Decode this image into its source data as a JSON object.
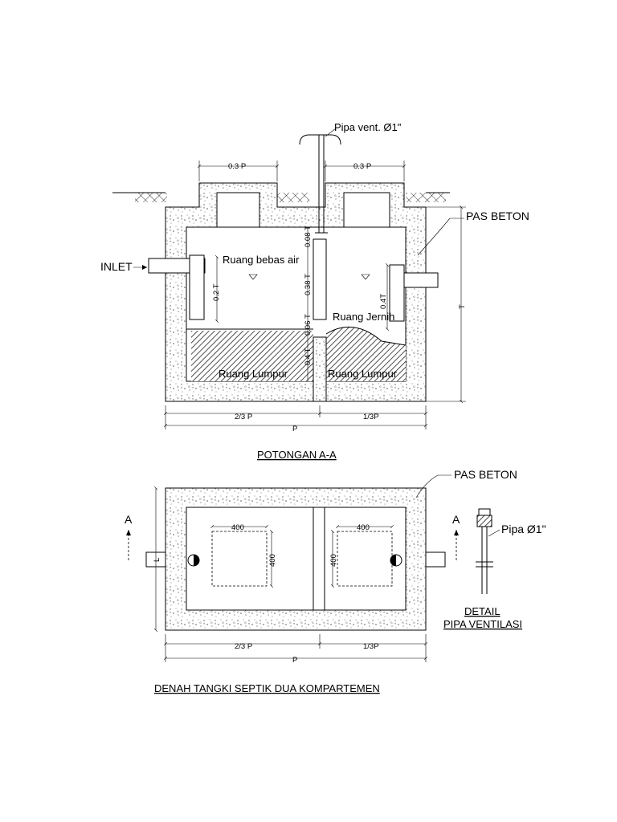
{
  "section": {
    "vent_label": "Pipa vent. Ø1\"",
    "pas_beton": "PAS BETON",
    "inlet": "INLET",
    "ruang_bebas_air": "Ruang bebas air",
    "ruang_jernih": "Ruang Jernih",
    "ruang_lumpur_left": "Ruang Lumpur",
    "ruang_lumpur_right": "Ruang Lumpur",
    "dim_03p_left": "0.3 P",
    "dim_03p_right": "0.3 P",
    "dim_008t": "0.08 T",
    "dim_038t": "0.38 T",
    "dim_006t": "0.06 T",
    "dim_04t_mid": "0.4 T",
    "dim_02t": "0.2 T",
    "dim_04t_right": "0.4T",
    "dim_t": "T",
    "dim_23p": "2/3 P",
    "dim_13p": "1/3P",
    "dim_p": "P",
    "title": "POTONGAN A-A"
  },
  "plan": {
    "pas_beton": "PAS BETON",
    "a_left": "A",
    "a_right": "A",
    "dim_400_top_left": "400",
    "dim_400_side_left": "400",
    "dim_400_top_right": "400",
    "dim_400_side_right": "400",
    "dim_l": "L",
    "dim_23p": "2/3 P",
    "dim_13p": "1/3P",
    "dim_p": "P",
    "pipa_label": "Pipa Ø1\"",
    "detail_title_1": "DETAIL",
    "detail_title_2": "PIPA VENTILASI",
    "title": "DENAH TANGKI SEPTIK DUA KOMPARTEMEN"
  }
}
